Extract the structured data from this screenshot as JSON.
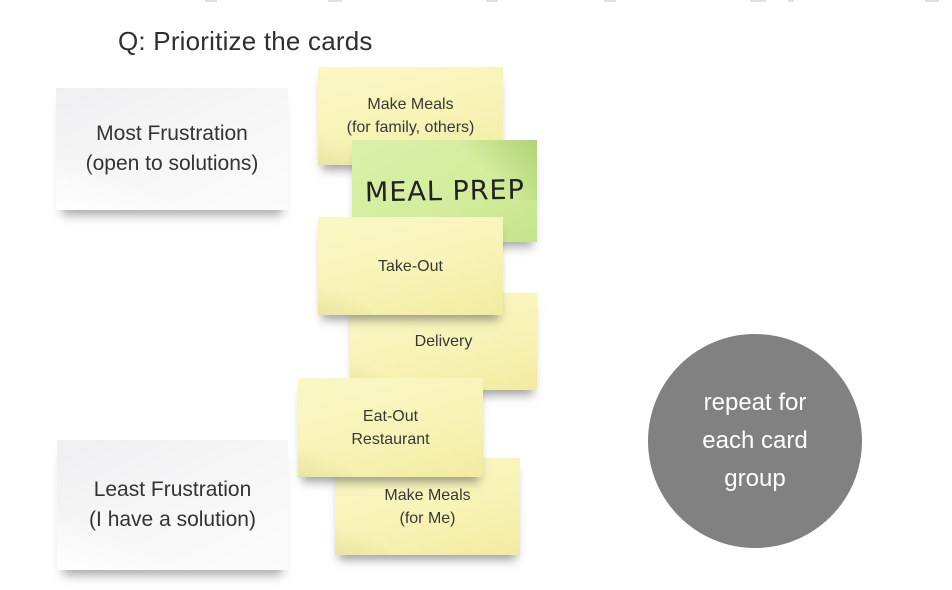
{
  "page": {
    "title": "Q: Prioritize the cards"
  },
  "category_cards": {
    "most_frustration": {
      "lines": [
        "Most Frustration",
        "(open to solutions)"
      ]
    },
    "least_frustration": {
      "lines": [
        "Least Frustration",
        "(I have a solution)"
      ]
    }
  },
  "sticky_notes": {
    "make_meals_family": {
      "color": "yellow",
      "lines": [
        "Make Meals",
        "(for family, others)"
      ]
    },
    "meal_prep": {
      "color": "green",
      "lines": [
        "MEAL PREP"
      ]
    },
    "take_out": {
      "color": "yellow",
      "lines": [
        "Take-Out"
      ]
    },
    "delivery": {
      "color": "yellow",
      "lines": [
        "Delivery"
      ]
    },
    "eat_out_restaurant": {
      "color": "yellow",
      "lines": [
        "Eat-Out",
        "Restaurant"
      ]
    },
    "make_meals_me": {
      "color": "yellow",
      "lines": [
        "Make Meals",
        "(for Me)"
      ]
    }
  },
  "annotation": {
    "circle_lines": [
      "repeat for",
      "each card",
      "group"
    ]
  },
  "colors": {
    "background": "#ffffff",
    "note_yellow": "#f8f3b6",
    "note_green": "#d3ed9d",
    "card_white": "#f5f5f6",
    "circle_gray": "#818181",
    "text_dark": "#333333",
    "text_light": "#ffffff"
  }
}
